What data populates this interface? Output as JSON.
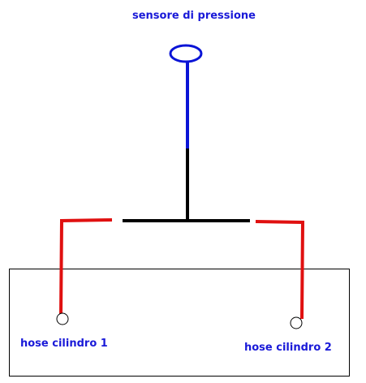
{
  "labels": {
    "sensor": "sensore di pressione",
    "hose1": "hose cilindro 1",
    "hose2": "hose cilindro 2"
  },
  "colors": {
    "label_text": "#1a1ad8",
    "blue_line": "#0a14d6",
    "black_line": "#000000",
    "red_line": "#e01010",
    "box_border": "#000000"
  }
}
